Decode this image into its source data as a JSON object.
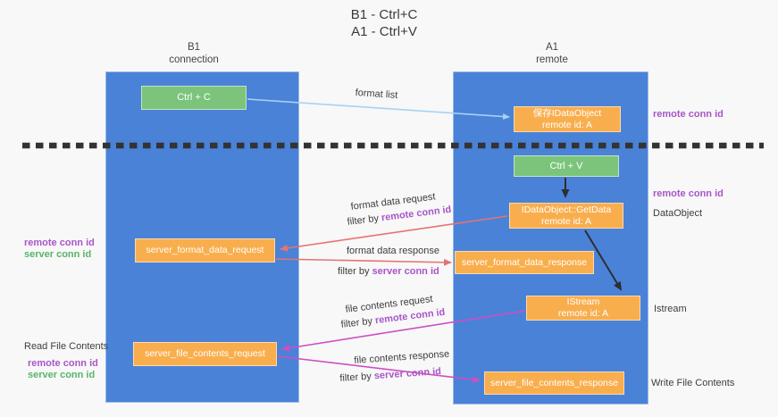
{
  "colors": {
    "background": "#f8f8f8",
    "column_blue": "#4a82d8",
    "box_green": "#7cc47c",
    "box_orange": "#f9ae4e",
    "purple": "#a855c8",
    "green_text": "#57b36a",
    "red_arrow": "#e57373",
    "magenta_arrow": "#cc4fc5",
    "lightblue_arrow": "#a6d3f3",
    "dark_text": "#3d3d3d",
    "dash_black": "#333333"
  },
  "title": {
    "line1": "B1 - Ctrl+C",
    "line2": "A1 - Ctrl+V"
  },
  "columns": {
    "left": {
      "line1": "B1",
      "line2": "connection"
    },
    "right": {
      "line1": "A1",
      "line2": "remote"
    }
  },
  "boxes": {
    "ctrl_c": "Ctrl + C",
    "ctrl_v": "Ctrl + V",
    "save_dataobject": {
      "line1": "保存IDataObject",
      "line2": "remote id: A"
    },
    "getdata": {
      "line1": "IDataObject::GetData",
      "line2": "remote id: A"
    },
    "istream": {
      "line1": "IStream",
      "line2": "remote id: A"
    },
    "server_format_data_request": "server_format_data_request",
    "server_format_data_response": "server_format_data_response",
    "server_file_contents_request": "server_file_contents_request",
    "server_file_contents_response": "server_file_contents_response"
  },
  "arrow_labels": {
    "format_list": "format list",
    "format_data_request": "format data request",
    "format_data_response": "format data response",
    "file_contents_request": "file contents request",
    "file_contents_response": "file contents response",
    "filter_prefix": "filter by"
  },
  "shared_labels": {
    "remote_conn_id": "remote conn id",
    "server_conn_id": "server conn id"
  },
  "side_labels": {
    "dataobject": "DataObject",
    "istream": "Istream",
    "read_file_contents": "Read File Contents",
    "write_file_contents": "Write File Contents"
  }
}
